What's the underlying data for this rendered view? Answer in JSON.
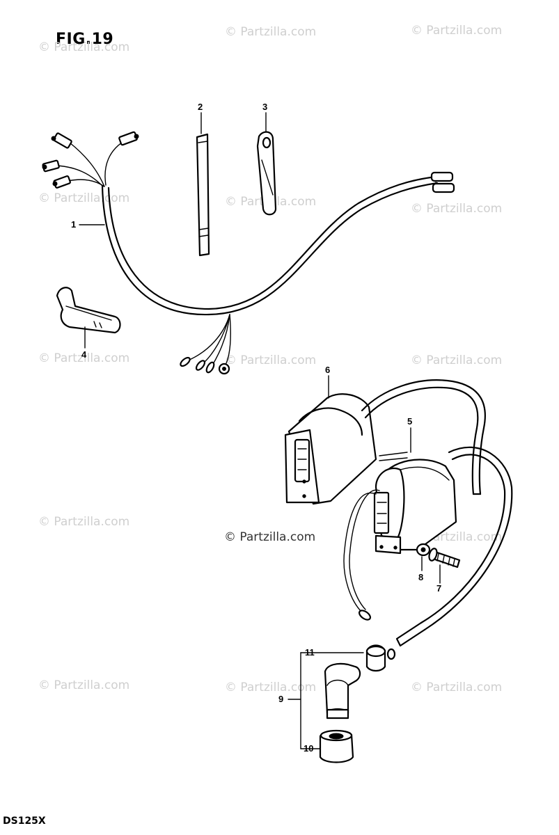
{
  "header": {
    "figure": "FIG.19"
  },
  "footer": {
    "model": "DS125X"
  },
  "watermark": {
    "text": "© Partzilla.com",
    "center_text": "© Partzilla.com"
  },
  "callouts": [
    {
      "id": "1",
      "label": "1"
    },
    {
      "id": "2",
      "label": "2"
    },
    {
      "id": "3",
      "label": "3"
    },
    {
      "id": "4",
      "label": "4"
    },
    {
      "id": "5",
      "label": "5"
    },
    {
      "id": "6",
      "label": "6"
    },
    {
      "id": "7",
      "label": "7"
    },
    {
      "id": "8",
      "label": "8"
    },
    {
      "id": "9",
      "label": "9"
    },
    {
      "id": "10",
      "label": "10"
    },
    {
      "id": "11",
      "label": "11"
    }
  ],
  "colors": {
    "ink": "#000000",
    "watermark": "#cfcfcf",
    "background": "#ffffff"
  }
}
